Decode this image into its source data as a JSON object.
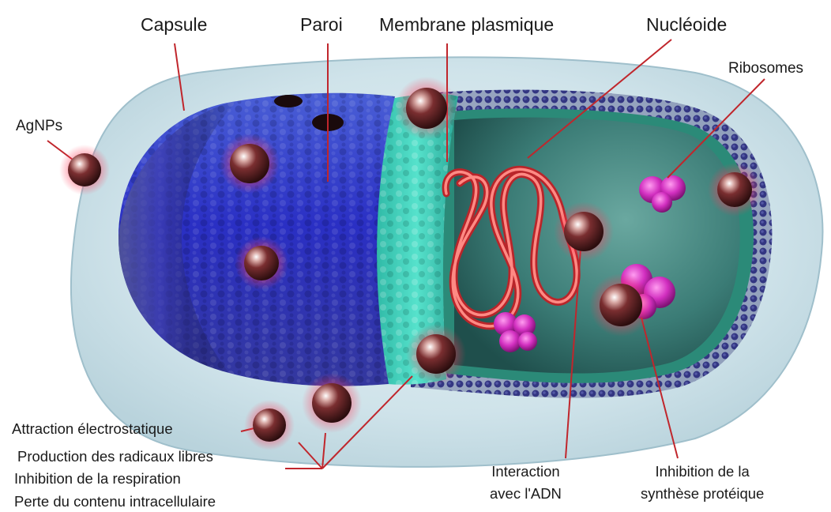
{
  "labels": {
    "capsule": "Capsule",
    "paroi": "Paroi",
    "membrane": "Membrane plasmique",
    "nucleoide": "Nucléoide",
    "ribosomes": "Ribosomes",
    "agnps": "AgNPs",
    "attraction": "Attraction électrostatique",
    "radicaux": "Production des radicaux libres",
    "respiration": "Inhibition de la respiration",
    "perte": "Perte du contenu intracellulaire",
    "adn_line1": "Interaction",
    "adn_line2": "avec l'ADN",
    "synthese_line1": "Inhibition de la",
    "synthese_line2": "synthèse protéique"
  },
  "colors": {
    "capsule_fill": "#cfe3ea",
    "wall_blue": "#2a2fc4",
    "membrane_cyan": "#3fd6bf",
    "cytoplasm_teal": "#2f6f6b",
    "dna_red": "#e8473f",
    "ribosome_magenta": "#d22fc0",
    "particle_maroon": "#5a1f22",
    "leader_red": "#c0262c"
  }
}
